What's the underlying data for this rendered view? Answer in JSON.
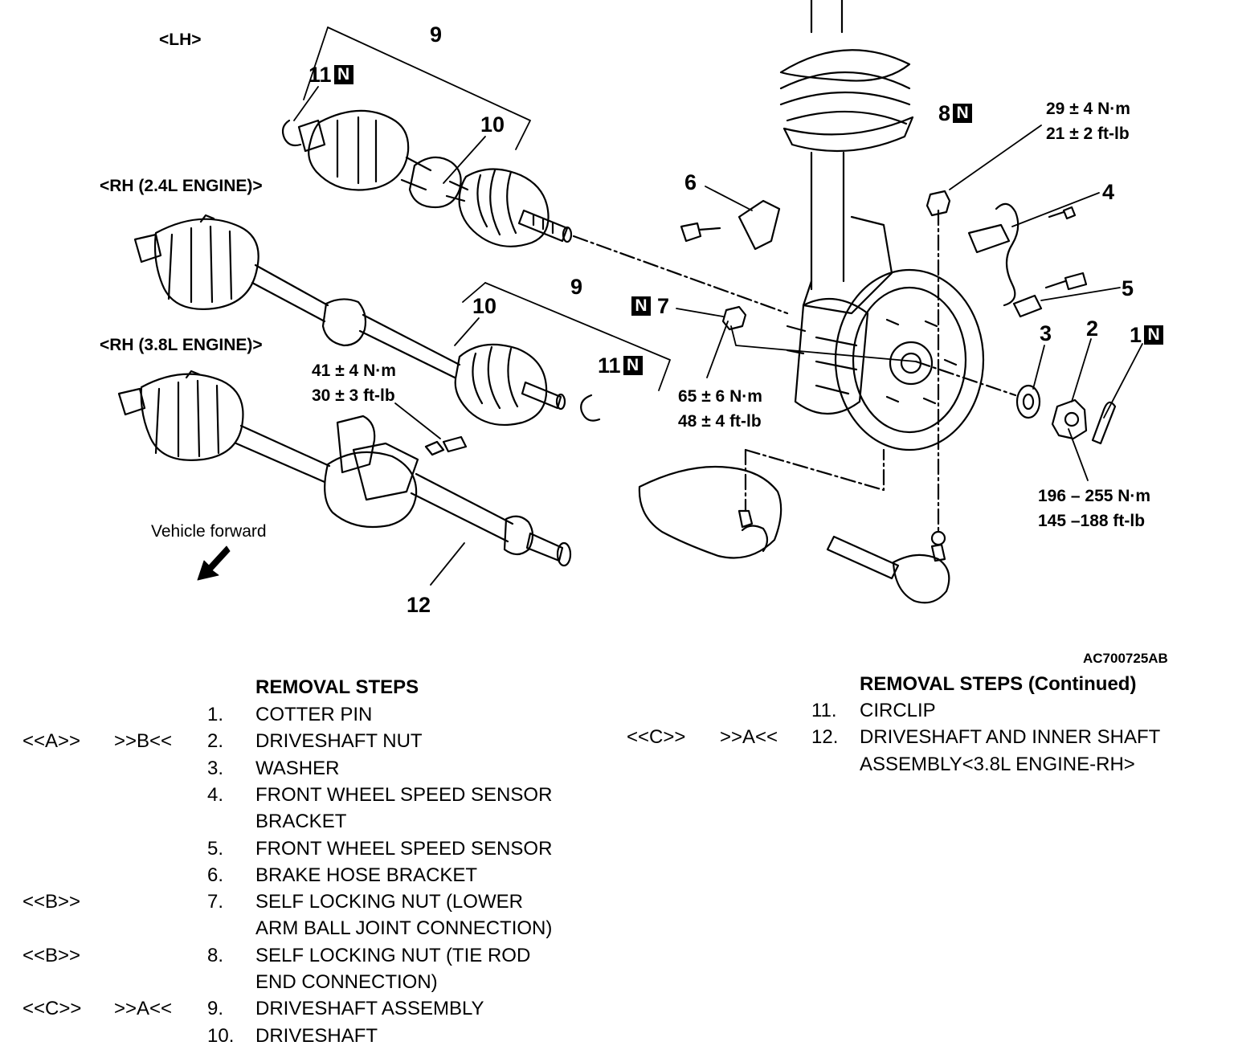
{
  "variants": {
    "lh": "<LH>",
    "rh24": "<RH (2.4L ENGINE)>",
    "rh38": "<RH (3.8L ENGINE)>"
  },
  "new_part_mark": "N",
  "callouts": {
    "c1": "1",
    "c2": "2",
    "c3": "3",
    "c4": "4",
    "c5": "5",
    "c6": "6",
    "c7": "7",
    "c8": "8",
    "c9a": "9",
    "c9b": "9",
    "c10a": "10",
    "c10b": "10",
    "c11a": "11",
    "c11b": "11",
    "c12": "12"
  },
  "torques": {
    "t29": [
      "29 ± 4 N·m",
      "21 ± 2 ft-lb"
    ],
    "t41": [
      "41 ± 4 N·m",
      "30 ± 3 ft-lb"
    ],
    "t65": [
      "65 ± 6 N·m",
      "48 ± 4 ft-lb"
    ],
    "t196": [
      "196 – 255 N·m",
      "145 –188 ft-lb"
    ]
  },
  "vehicle_forward": "Vehicle forward",
  "figure_code": "AC700725AB",
  "removal_steps": {
    "title": "REMOVAL STEPS",
    "title_continued": "REMOVAL STEPS (Continued)",
    "steps": [
      {
        "tag_removal": "",
        "tag_install": "",
        "num": "1.",
        "text": "COTTER PIN"
      },
      {
        "tag_removal": "<<A>>",
        "tag_install": ">>B<<",
        "num": "2.",
        "text": "DRIVESHAFT NUT"
      },
      {
        "tag_removal": "",
        "tag_install": "",
        "num": "3.",
        "text": "WASHER"
      },
      {
        "tag_removal": "",
        "tag_install": "",
        "num": "4.",
        "text": "FRONT WHEEL SPEED SENSOR",
        "text2": "BRACKET"
      },
      {
        "tag_removal": "",
        "tag_install": "",
        "num": "5.",
        "text": "FRONT WHEEL SPEED SENSOR"
      },
      {
        "tag_removal": "",
        "tag_install": "",
        "num": "6.",
        "text": "BRAKE HOSE BRACKET"
      },
      {
        "tag_removal": "<<B>>",
        "tag_install": "",
        "num": "7.",
        "text": "SELF LOCKING NUT (LOWER",
        "text2": "ARM BALL JOINT CONNECTION)"
      },
      {
        "tag_removal": "<<B>>",
        "tag_install": "",
        "num": "8.",
        "text": "SELF LOCKING NUT (TIE ROD",
        "text2": "END CONNECTION)"
      },
      {
        "tag_removal": "<<C>>",
        "tag_install": ">>A<<",
        "num": "9.",
        "text": "DRIVESHAFT ASSEMBLY"
      },
      {
        "tag_removal": "",
        "tag_install": "",
        "num": "10.",
        "text": "DRIVESHAFT"
      },
      {
        "tag_removal": "",
        "tag_install": "",
        "num": "11.",
        "text": "CIRCLIP"
      },
      {
        "tag_removal": "<<C>>",
        "tag_install": ">>A<<",
        "num": "12.",
        "text": "DRIVESHAFT AND INNER SHAFT",
        "text2": "ASSEMBLY<3.8L ENGINE-RH>"
      }
    ]
  }
}
